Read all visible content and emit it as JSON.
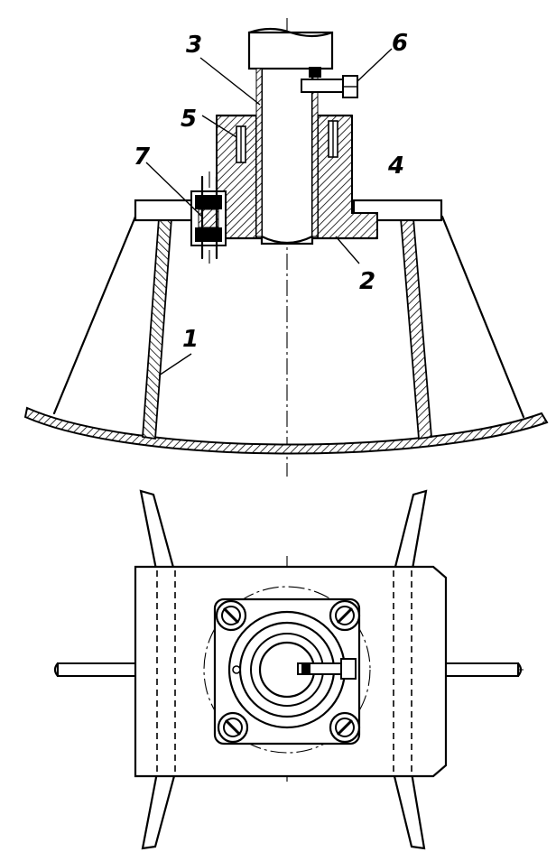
{
  "callouts": [
    {
      "id": "part-1",
      "text": "1"
    },
    {
      "id": "part-2",
      "text": "2"
    },
    {
      "id": "part-3",
      "text": "3"
    },
    {
      "id": "part-4",
      "text": "4"
    },
    {
      "id": "part-5",
      "text": "5"
    },
    {
      "id": "part-6",
      "text": "6"
    },
    {
      "id": "part-7",
      "text": "7"
    }
  ]
}
